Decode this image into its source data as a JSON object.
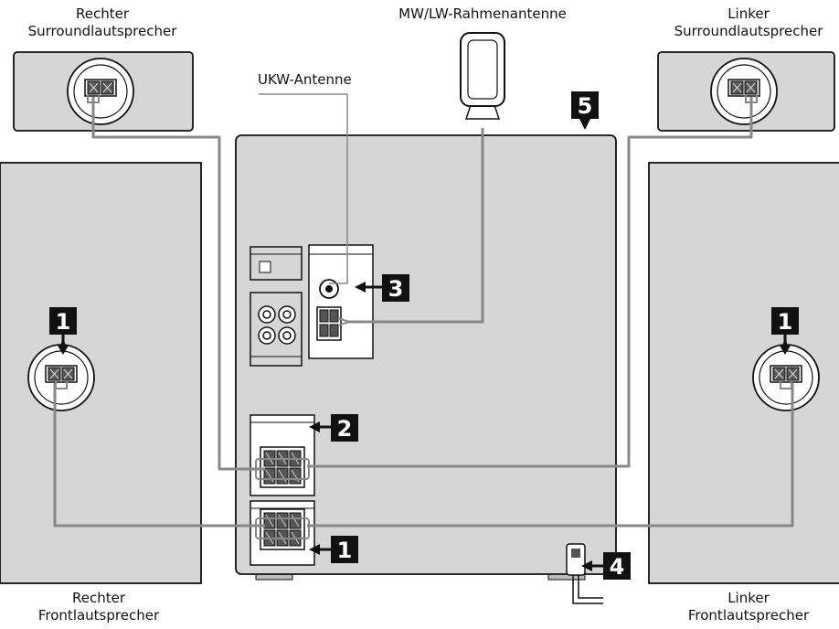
{
  "labels": {
    "right_surround": [
      "Rechter",
      "Surroundlautsprecher"
    ],
    "left_surround": [
      "Linker",
      "Surroundlautsprecher"
    ],
    "am_antenna": "MW/LW-Rahmenantenne",
    "fm_antenna": "UKW-Antenne",
    "right_front": [
      "Rechter",
      "Frontlautsprecher"
    ],
    "left_front": [
      "Linker",
      "Frontlautsprecher"
    ]
  },
  "step_markers": {
    "fm_am_terminal": "3",
    "surround_terminal": "2",
    "front_terminal": "1",
    "power_cord": "4",
    "unit_top": "5",
    "right_front_speaker": "1",
    "left_front_speaker": "1"
  },
  "colors": {
    "panel_fill": "#d6d6d6",
    "outline": "#111111",
    "cable": "#888888",
    "white_fill": "#ffffff",
    "marker_fill": "#111111",
    "marker_text": "#ffffff"
  },
  "icons": [
    "loop-antenna-icon",
    "coax-jack-icon",
    "rca-jack-icon",
    "speaker-terminal-icon",
    "power-plug-icon"
  ]
}
